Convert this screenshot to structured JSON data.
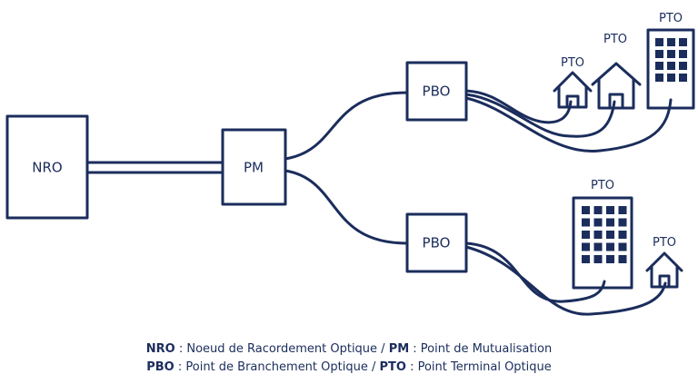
{
  "nodes": {
    "nro": "NRO",
    "pm": "PM",
    "pbo_top": "PBO",
    "pbo_bottom": "PBO",
    "pto_house_small": "PTO",
    "pto_house_large": "PTO",
    "pto_building_top": "PTO",
    "pto_building_bottom": "PTO",
    "pto_house_bottom": "PTO"
  },
  "legend": {
    "line1": {
      "nro_term": "NRO",
      "nro_def": " : Noeud de Racordement Optique / ",
      "pm_term": "PM",
      "pm_def": " : Point de Mutualisation"
    },
    "line2": {
      "pbo_term": "PBO",
      "pbo_def": " : Point de Branchement Optique / ",
      "pto_term": "PTO",
      "pto_def": " : Point Terminal Optique"
    }
  },
  "colors": {
    "stroke": "#1b2d5c",
    "background": "#ffffff"
  }
}
